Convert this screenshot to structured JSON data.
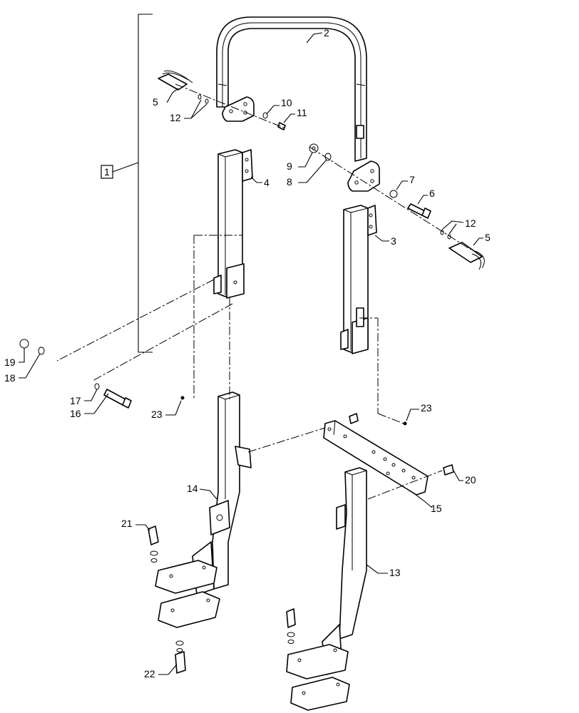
{
  "assembly": {
    "label": "1"
  },
  "callouts": [
    {
      "id": "2",
      "text": "2"
    },
    {
      "id": "3",
      "text": "3"
    },
    {
      "id": "4",
      "text": "4"
    },
    {
      "id": "5a",
      "text": "5"
    },
    {
      "id": "5b",
      "text": "5"
    },
    {
      "id": "6",
      "text": "6"
    },
    {
      "id": "7",
      "text": "7"
    },
    {
      "id": "8",
      "text": "8"
    },
    {
      "id": "9",
      "text": "9"
    },
    {
      "id": "10",
      "text": "10"
    },
    {
      "id": "11",
      "text": "11"
    },
    {
      "id": "12a",
      "text": "12"
    },
    {
      "id": "12b",
      "text": "12"
    },
    {
      "id": "13",
      "text": "13"
    },
    {
      "id": "14",
      "text": "14"
    },
    {
      "id": "15",
      "text": "15"
    },
    {
      "id": "16",
      "text": "16"
    },
    {
      "id": "17",
      "text": "17"
    },
    {
      "id": "18",
      "text": "18"
    },
    {
      "id": "19",
      "text": "19"
    },
    {
      "id": "20",
      "text": "20"
    },
    {
      "id": "21",
      "text": "21"
    },
    {
      "id": "22",
      "text": "22"
    },
    {
      "id": "23a",
      "text": "23"
    },
    {
      "id": "23b",
      "text": "23"
    }
  ]
}
